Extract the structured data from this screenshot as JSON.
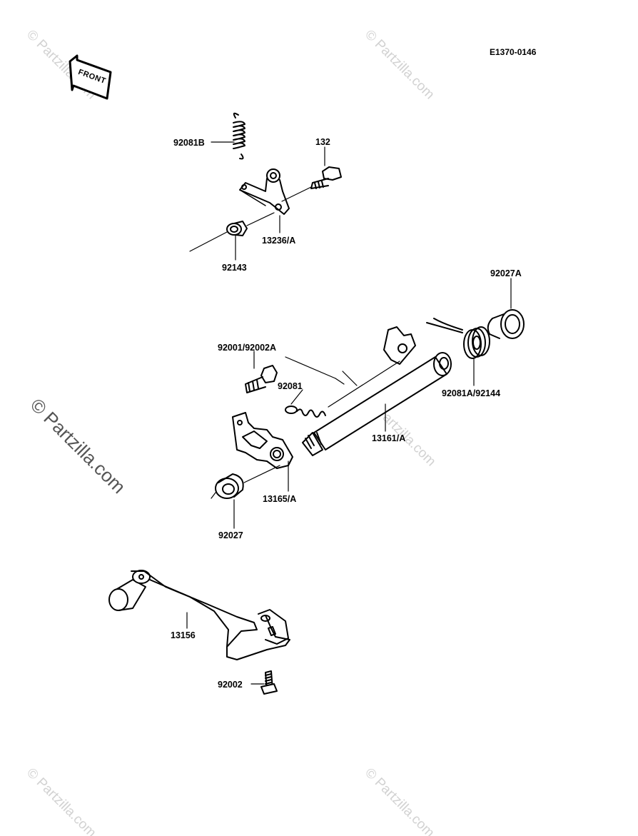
{
  "diagram": {
    "code": "E1370-0146",
    "front_arrow": "FRONT",
    "parts": [
      {
        "id": "p1",
        "number": "92081B"
      },
      {
        "id": "p2",
        "number": "132"
      },
      {
        "id": "p3",
        "number": "13236/A"
      },
      {
        "id": "p4",
        "number": "92143"
      },
      {
        "id": "p5",
        "number": "92027A"
      },
      {
        "id": "p6",
        "number": "92001/92002A"
      },
      {
        "id": "p7",
        "number": "92081"
      },
      {
        "id": "p8",
        "number": "92081A/92144"
      },
      {
        "id": "p9",
        "number": "13161/A"
      },
      {
        "id": "p10",
        "number": "13165/A"
      },
      {
        "id": "p11",
        "number": "92027"
      },
      {
        "id": "p12",
        "number": "13156"
      },
      {
        "id": "p13",
        "number": "92002"
      }
    ]
  },
  "watermark": {
    "text": "© Partzilla.com"
  }
}
